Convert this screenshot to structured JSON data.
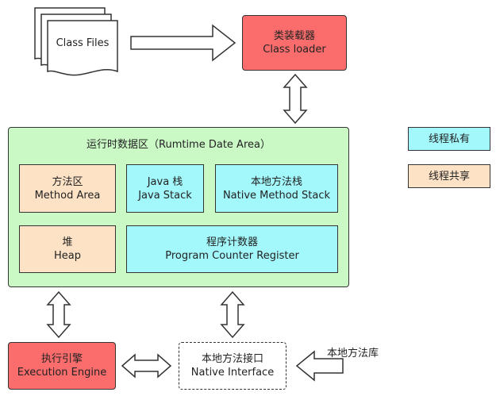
{
  "class_files": {
    "label": "Class Files"
  },
  "class_loader": {
    "line1": "类装载器",
    "line2": "Class loader"
  },
  "runtime_area": {
    "title": "运行时数据区（Rumtime Date Area）"
  },
  "method_area": {
    "line1": "方法区",
    "line2": "Method Area"
  },
  "java_stack": {
    "line1": "Java 栈",
    "line2": "Java Stack"
  },
  "native_method_stack": {
    "line1": "本地方法栈",
    "line2": "Native Method Stack"
  },
  "heap": {
    "line1": "堆",
    "line2": "Heap"
  },
  "program_counter": {
    "line1": "程序计数器",
    "line2": "Program Counter Register"
  },
  "legend": {
    "private": "线程私有",
    "shared": "线程共享"
  },
  "execution_engine": {
    "line1": "执行引擎",
    "line2": "Execution Engine"
  },
  "native_interface": {
    "line1": "本地方法接口",
    "line2": "Native Interface"
  },
  "native_library": {
    "label": "本地方法库"
  },
  "colors": {
    "red": "#fb6c6c",
    "teal": "#a3f8fb",
    "peach": "#fde2c6",
    "green": "#cbf9c5"
  }
}
